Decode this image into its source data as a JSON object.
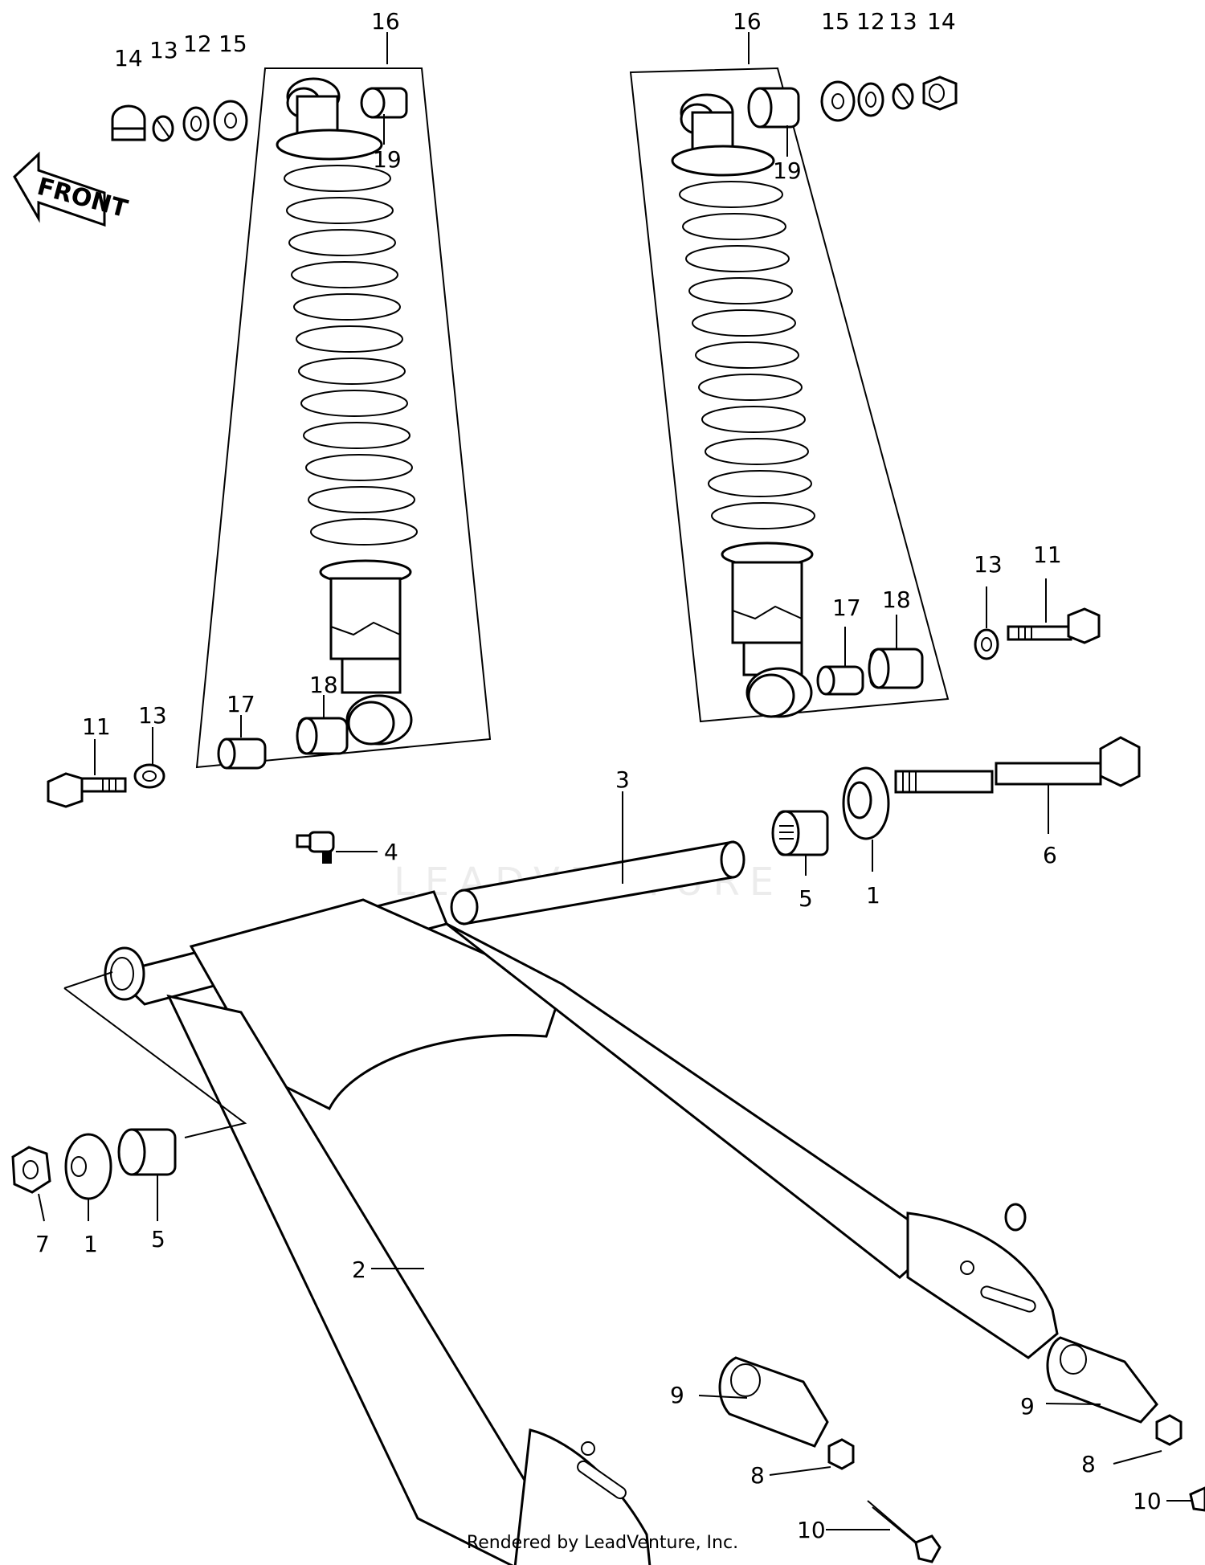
{
  "diagram": {
    "callouts": {
      "c1": "1",
      "c2": "2",
      "c3": "3",
      "c4": "4",
      "c5": "5",
      "c6": "6",
      "c7": "7",
      "c8": "8",
      "c9": "9",
      "c10": "10",
      "c11": "11",
      "c12": "12",
      "c13": "13",
      "c14": "14",
      "c15": "15",
      "c16": "16",
      "c17": "17",
      "c18": "18",
      "c19": "19"
    },
    "front_label": "FRONT",
    "watermark": "LEADVENTURE"
  },
  "footer": {
    "text": "Rendered by LeadVenture, Inc."
  }
}
